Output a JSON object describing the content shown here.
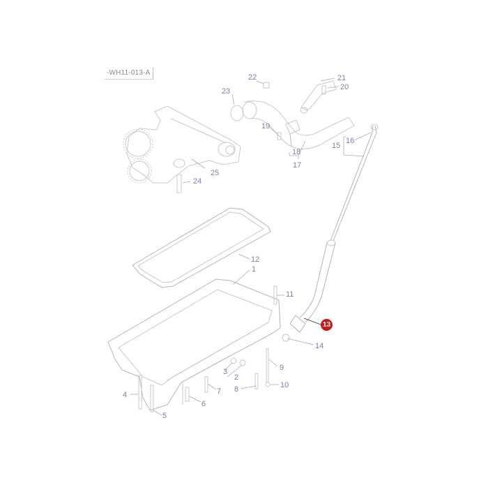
{
  "diagram": {
    "reference_code": "-WH11-013-A",
    "type": "exploded parts diagram",
    "subject": "engine oil pan, oil pump and dipstick assembly",
    "highlighted_part": "13",
    "colors": {
      "callout_text": "#7e7ea8",
      "line_art": "#c9c9c9",
      "highlight_fill": "#c41a1a",
      "highlight_text": "#ffffff",
      "background": "#ffffff"
    },
    "callouts": [
      {
        "id": "1",
        "label": "1"
      },
      {
        "id": "2",
        "label": "2"
      },
      {
        "id": "3",
        "label": "3"
      },
      {
        "id": "4",
        "label": "4"
      },
      {
        "id": "5",
        "label": "5"
      },
      {
        "id": "6",
        "label": "6"
      },
      {
        "id": "7",
        "label": "7"
      },
      {
        "id": "8",
        "label": "8"
      },
      {
        "id": "9",
        "label": "9"
      },
      {
        "id": "10",
        "label": "10"
      },
      {
        "id": "11",
        "label": "11"
      },
      {
        "id": "12",
        "label": "12"
      },
      {
        "id": "13",
        "label": "13"
      },
      {
        "id": "14",
        "label": "14"
      },
      {
        "id": "15",
        "label": "15"
      },
      {
        "id": "16",
        "label": "16"
      },
      {
        "id": "17",
        "label": "17"
      },
      {
        "id": "18",
        "label": "18"
      },
      {
        "id": "19",
        "label": "19"
      },
      {
        "id": "20",
        "label": "20"
      },
      {
        "id": "21",
        "label": "21"
      },
      {
        "id": "22",
        "label": "22"
      },
      {
        "id": "23",
        "label": "23"
      },
      {
        "id": "24",
        "label": "24"
      },
      {
        "id": "25",
        "label": "25"
      }
    ]
  }
}
